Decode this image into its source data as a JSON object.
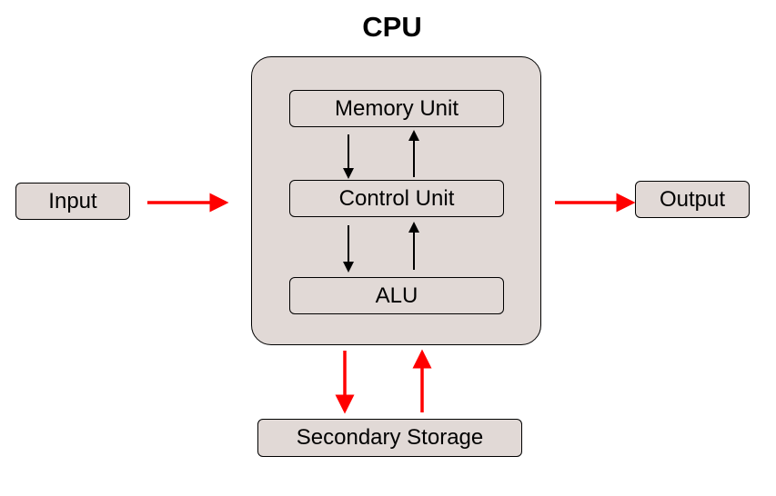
{
  "diagram": {
    "cpu": {
      "title": "CPU",
      "fill_color": "#e1d9d6"
    },
    "nodes": {
      "memory_unit": "Memory Unit",
      "control_unit": "Control Unit",
      "alu": "ALU",
      "input": "Input",
      "output": "Output",
      "secondary_storage": "Secondary Storage"
    },
    "edges": [
      {
        "from": "Input",
        "to": "CPU",
        "color": "red"
      },
      {
        "from": "CPU",
        "to": "Output",
        "color": "red"
      },
      {
        "from": "CPU",
        "to": "Secondary Storage",
        "color": "red"
      },
      {
        "from": "Secondary Storage",
        "to": "CPU",
        "color": "red"
      },
      {
        "from": "Memory Unit",
        "to": "Control Unit",
        "color": "black"
      },
      {
        "from": "Control Unit",
        "to": "Memory Unit",
        "color": "black"
      },
      {
        "from": "Control Unit",
        "to": "ALU",
        "color": "black"
      },
      {
        "from": "ALU",
        "to": "Control Unit",
        "color": "black"
      }
    ],
    "colors": {
      "data_flow": "#ff0000",
      "control_flow": "#000000"
    }
  }
}
